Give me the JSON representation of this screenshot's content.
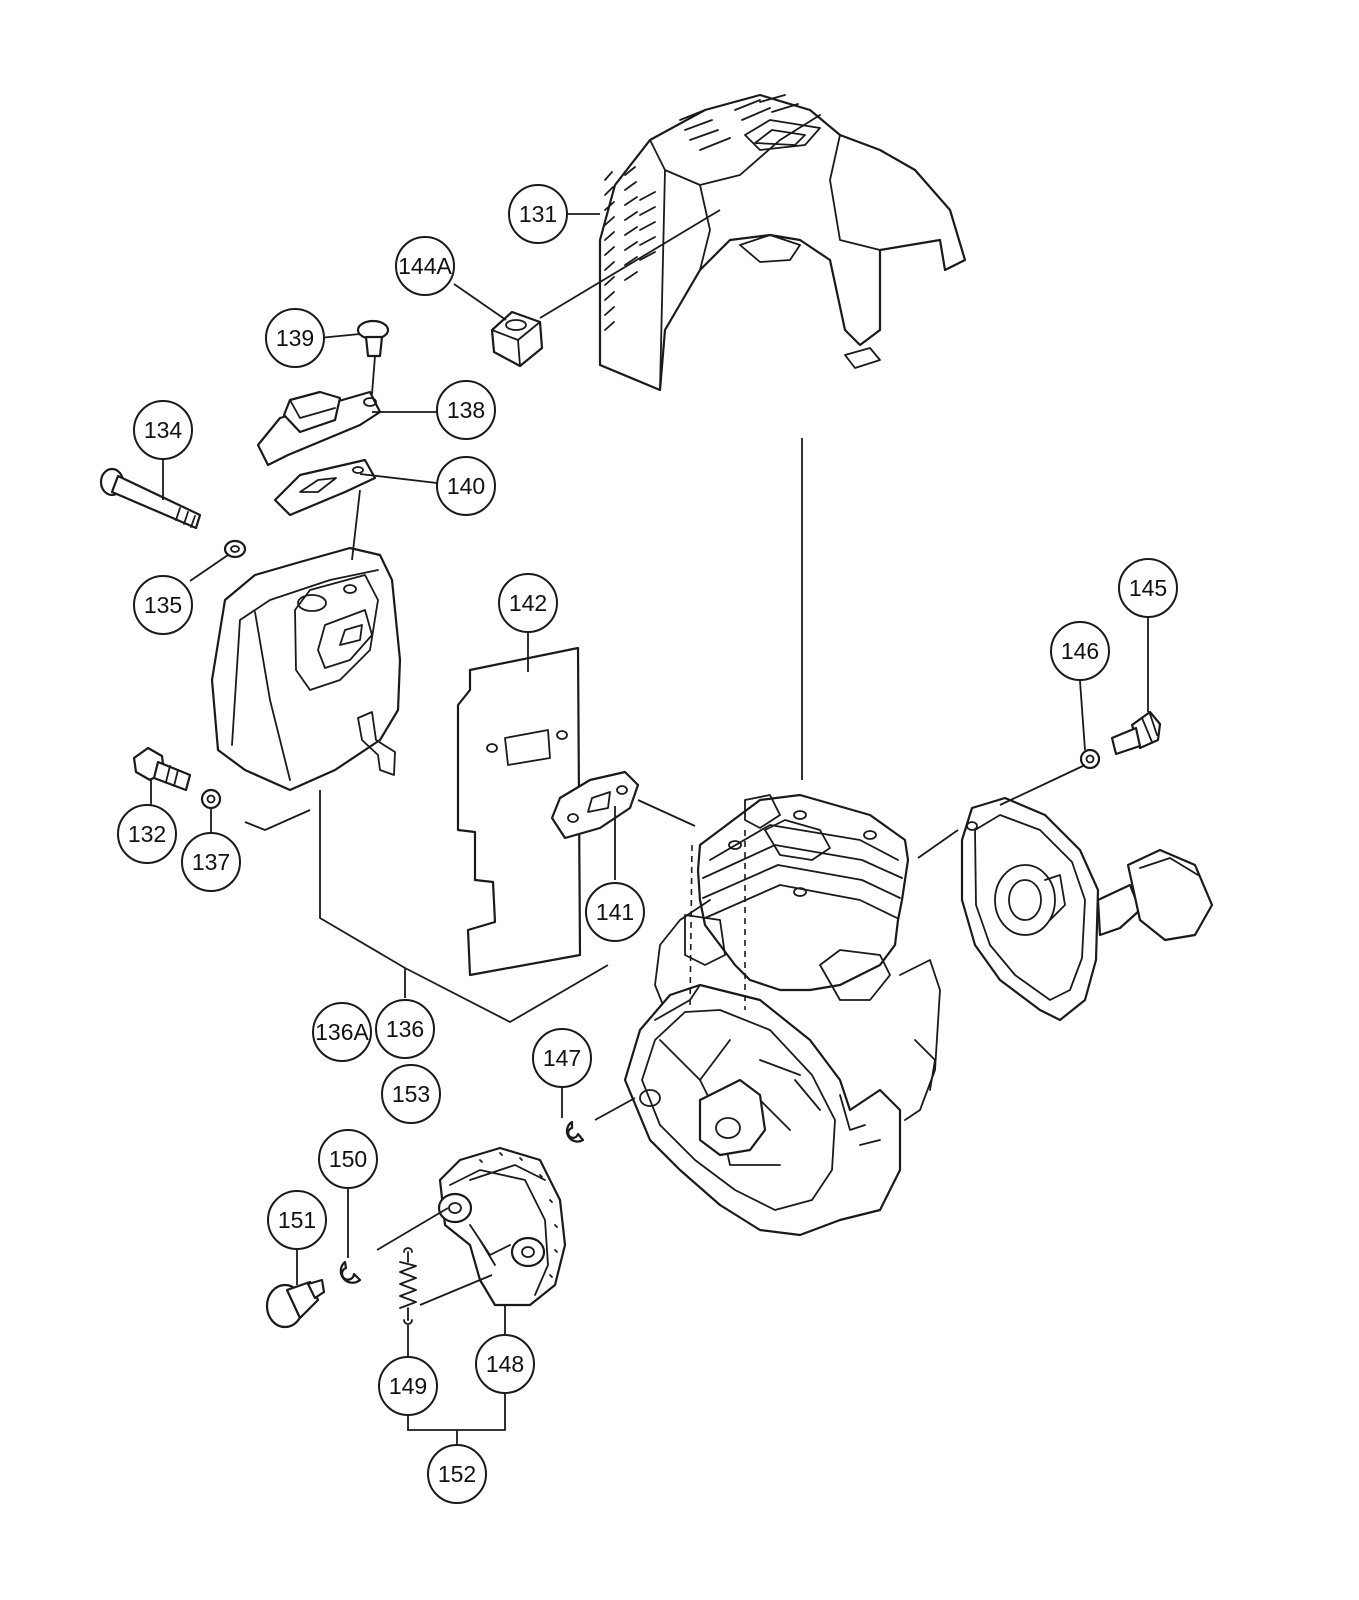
{
  "callouts": [
    {
      "id": "c131",
      "label": "131"
    },
    {
      "id": "c144A",
      "label": "144A"
    },
    {
      "id": "c139",
      "label": "139"
    },
    {
      "id": "c138",
      "label": "138"
    },
    {
      "id": "c134",
      "label": "134"
    },
    {
      "id": "c140",
      "label": "140"
    },
    {
      "id": "c135",
      "label": "135"
    },
    {
      "id": "c142",
      "label": "142"
    },
    {
      "id": "c145",
      "label": "145"
    },
    {
      "id": "c146",
      "label": "146"
    },
    {
      "id": "c132",
      "label": "132"
    },
    {
      "id": "c137",
      "label": "137"
    },
    {
      "id": "c141",
      "label": "141"
    },
    {
      "id": "c136A",
      "label": "136A"
    },
    {
      "id": "c136",
      "label": "136"
    },
    {
      "id": "c153",
      "label": "153"
    },
    {
      "id": "c147",
      "label": "147"
    },
    {
      "id": "c150",
      "label": "150"
    },
    {
      "id": "c151",
      "label": "151"
    },
    {
      "id": "c149",
      "label": "149"
    },
    {
      "id": "c148",
      "label": "148"
    },
    {
      "id": "c152",
      "label": "152"
    }
  ]
}
